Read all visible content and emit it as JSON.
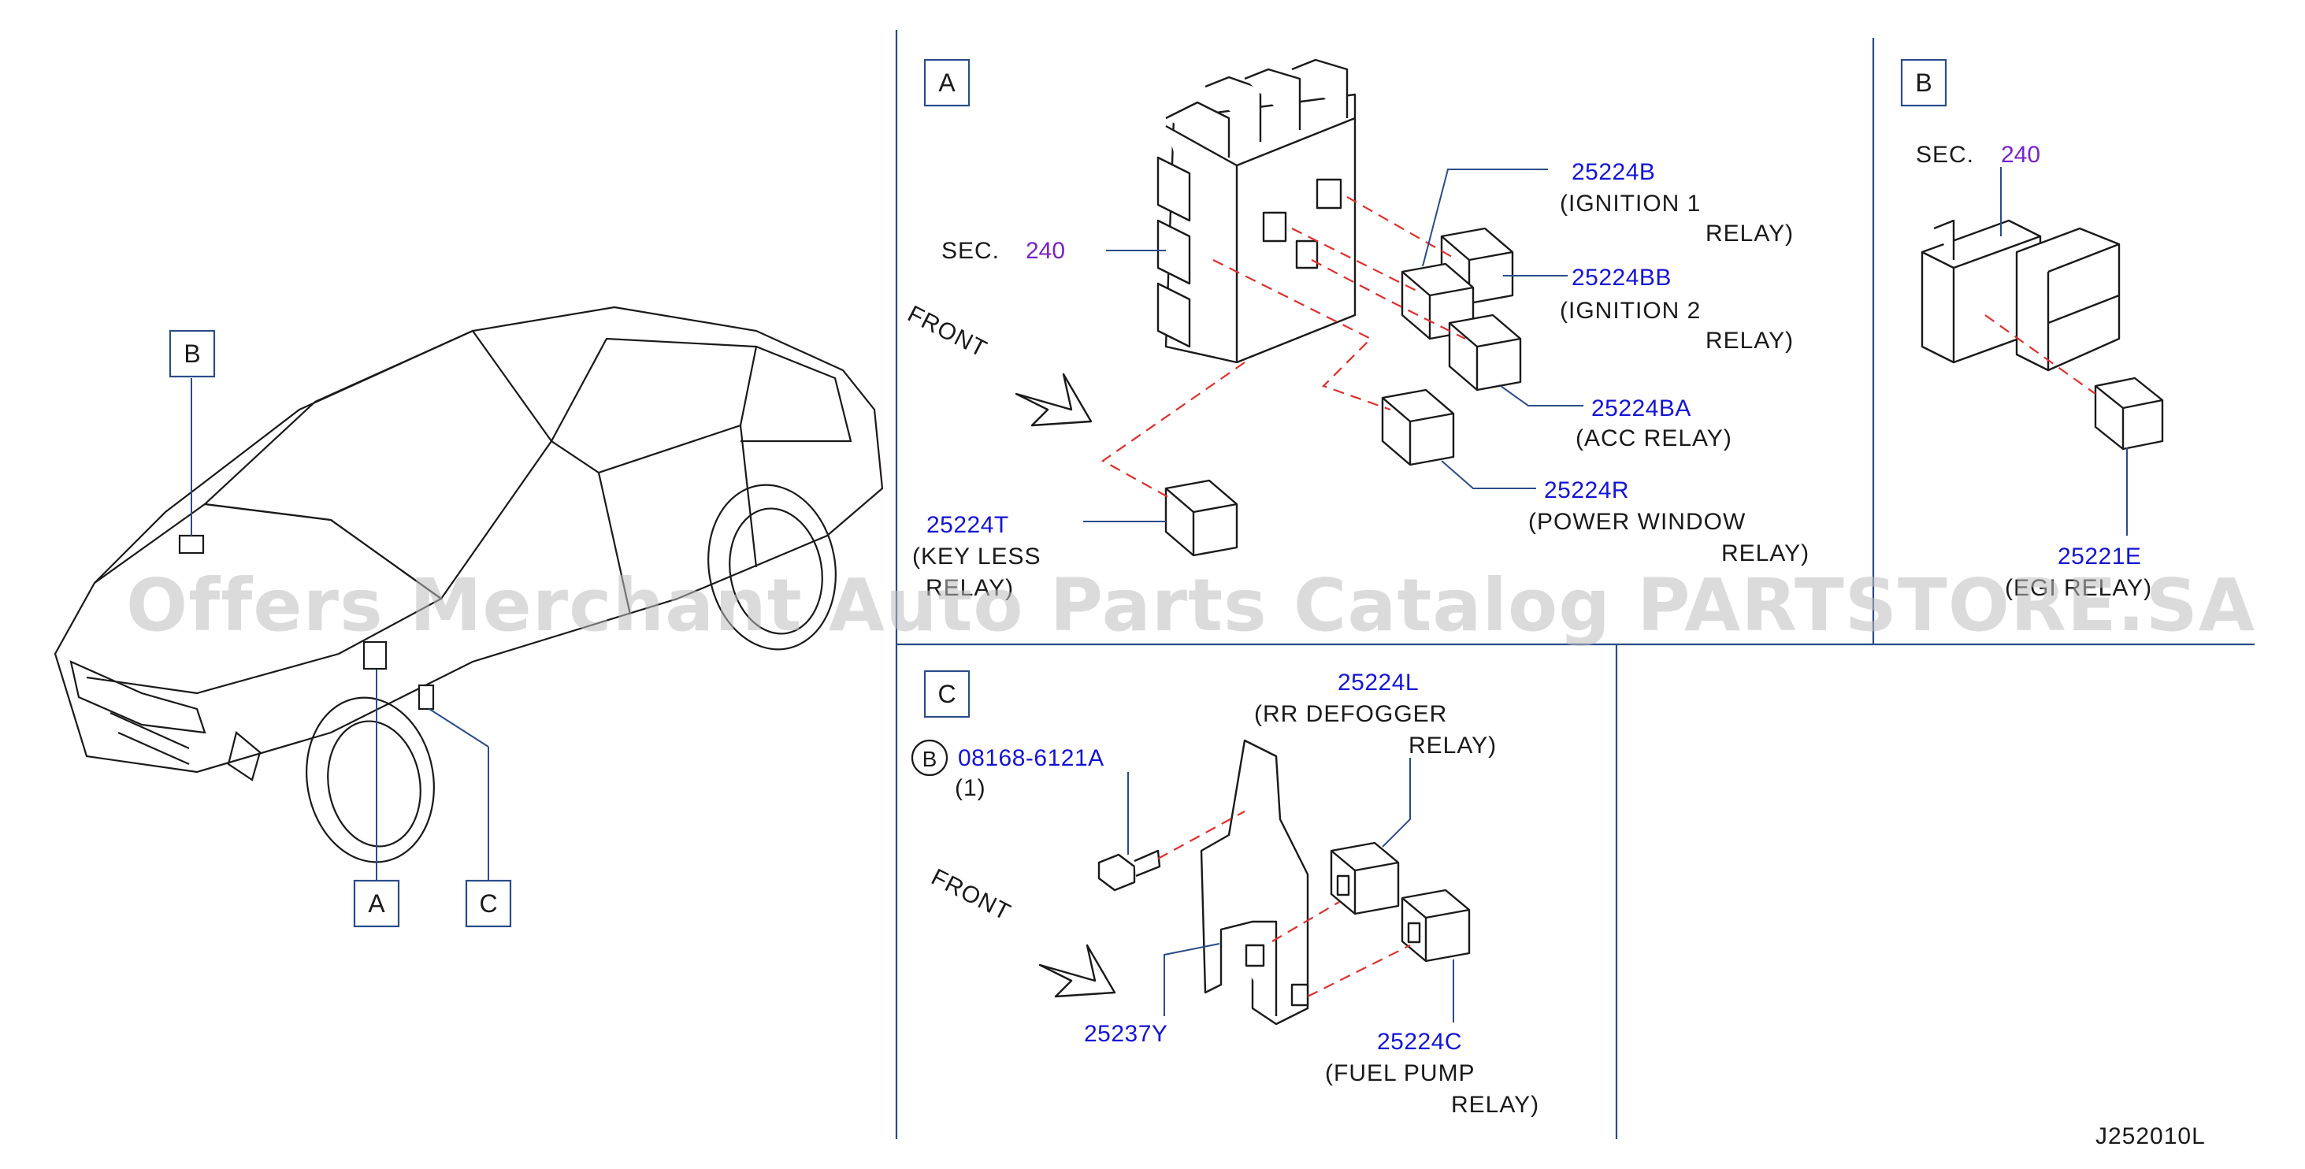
{
  "callouts": {
    "car_a": "A",
    "car_b": "B",
    "car_c": "C",
    "panel_a": "A",
    "panel_b": "B",
    "panel_c": "C"
  },
  "panel_a": {
    "sec_prefix": "SEC.",
    "sec_number": "240",
    "front": "FRONT",
    "parts": [
      {
        "number": "25224B",
        "desc1": "(IGNITION  1",
        "desc2": "RELAY)"
      },
      {
        "number": "25224BB",
        "desc1": "(IGNITION  2",
        "desc2": "RELAY)"
      },
      {
        "number": "25224BA",
        "desc1": "(ACC  RELAY)"
      },
      {
        "number": "25224R",
        "desc1": "(POWER  WINDOW",
        "desc2": "RELAY)"
      },
      {
        "number": "25224T",
        "desc1": "(KEY  LESS",
        "desc2": "RELAY)"
      }
    ]
  },
  "panel_b": {
    "sec_prefix": "SEC.",
    "sec_number": "240",
    "parts": [
      {
        "number": "25221E",
        "desc1": "(EGI  RELAY)"
      }
    ]
  },
  "panel_c": {
    "front": "FRONT",
    "bolt_marker": "B",
    "parts": [
      {
        "number": "25224L",
        "desc1": "(RR  DEFOGGER",
        "desc2": "RELAY)"
      },
      {
        "number": "08168-6121A",
        "desc1": "(1)"
      },
      {
        "number": "25237Y"
      },
      {
        "number": "25224C",
        "desc1": "(FUEL  PUMP",
        "desc2": "RELAY)"
      }
    ]
  },
  "watermark": "Offers Merchant Auto Parts Catalog PARTSTORE.SA",
  "drawing_code": "J252010L",
  "colors": {
    "part_number": "#1414d6",
    "section_ref": "#7a22c8",
    "leader": "#2a4c8a",
    "phantom_line": "#e0302a"
  }
}
